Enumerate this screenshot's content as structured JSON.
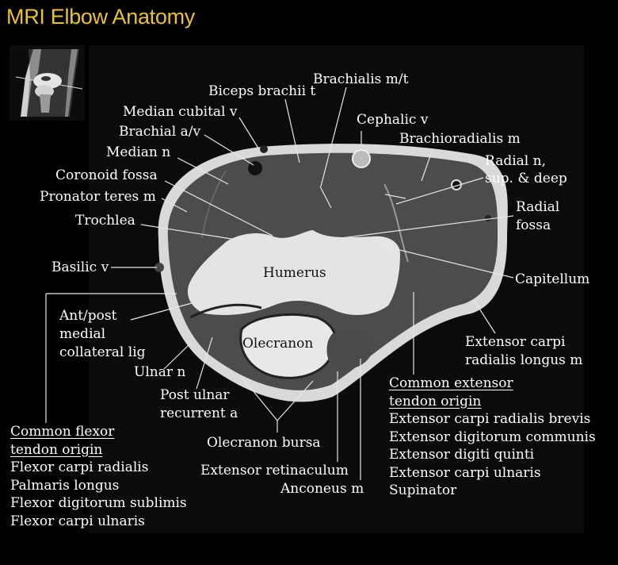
{
  "title": "MRI Elbow Anatomy",
  "colors": {
    "title": "#e8c03a",
    "background": "#000000",
    "label": "#ffffff",
    "muscle": "#4a4a4a",
    "bone": "#e2e2e2",
    "fat": "#d8d8d8"
  },
  "thumbnail": {
    "description": "coronal-elbow-locator-icon"
  },
  "labels": {
    "biceps_brachii": "Biceps brachii t",
    "brachialis": "Brachialis m/t",
    "median_cubital": "Median cubital v",
    "cephalic": "Cephalic v",
    "brachial_av": "Brachial a/v",
    "brachioradialis": "Brachioradialis m",
    "median_n": "Median n",
    "radial_n_1": "Radial n,",
    "radial_n_2": "sup. & deep",
    "coronoid_fossa": "Coronoid fossa",
    "pronator_teres": "Pronator teres m",
    "radial_fossa_1": "Radial",
    "radial_fossa_2": "fossa",
    "trochlea": "Trochlea",
    "basilic": "Basilic v",
    "humerus": "Humerus",
    "capitellum": "Capitellum",
    "mcl_1": "Ant/post",
    "mcl_2": "medial",
    "mcl_3": "collateral lig",
    "olecranon": "Olecranon",
    "ecrl_1": "Extensor carpi",
    "ecrl_2": "radialis longus m",
    "ulnar_n": "Ulnar n",
    "post_ulnar_1": "Post ulnar",
    "post_ulnar_2": "recurrent a",
    "olecranon_bursa": "Olecranon bursa",
    "extensor_retinaculum": "Extensor retinaculum",
    "anconeus": "Anconeus m"
  },
  "flexor_group": {
    "heading_1": "Common flexor",
    "heading_2": "tendon origin",
    "items": [
      "Flexor carpi radialis",
      "Palmaris longus",
      "Flexor digitorum sublimis",
      "Flexor carpi ulnaris"
    ]
  },
  "extensor_group": {
    "heading_1": "Common extensor",
    "heading_2": "tendon origin",
    "items": [
      "Extensor carpi radialis brevis",
      "Extensor digitorum communis",
      "Extensor digiti quinti",
      "Extensor carpi ulnaris",
      "Supinator"
    ]
  }
}
